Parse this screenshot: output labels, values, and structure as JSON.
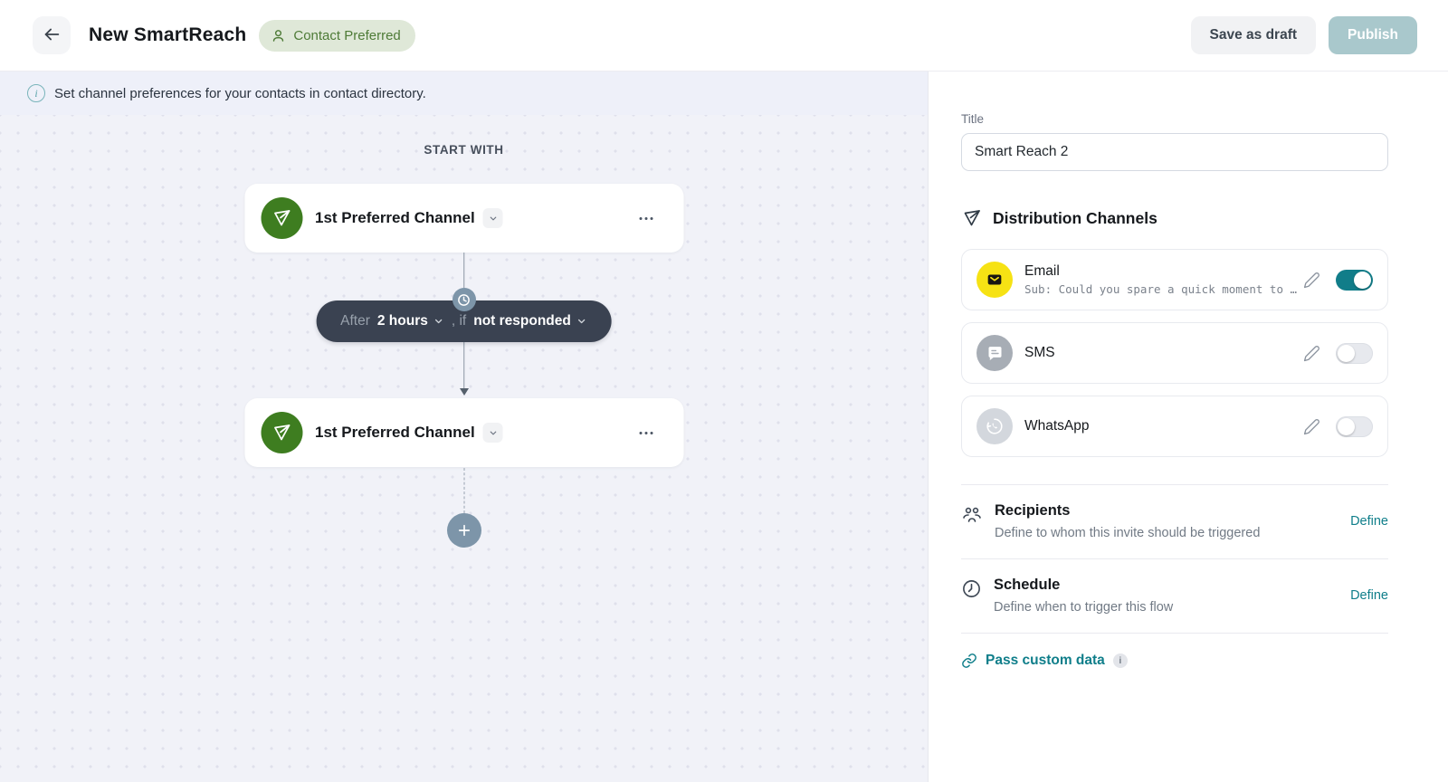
{
  "header": {
    "title": "New SmartReach",
    "badge_label": "Contact Preferred",
    "save_draft_label": "Save as draft",
    "publish_label": "Publish"
  },
  "canvas": {
    "banner_text": "Set channel preferences for your contacts in contact directory.",
    "start_with_label": "START WITH",
    "nodes": [
      {
        "label": "1st Preferred Channel"
      },
      {
        "label": "1st Preferred Channel"
      }
    ],
    "condition": {
      "after_label": "After",
      "delay_value": "2 hours",
      "if_label": ", if",
      "state_value": "not responded"
    }
  },
  "panel": {
    "title_label": "Title",
    "title_value": "Smart Reach 2",
    "channels_heading": "Distribution Channels",
    "channels": [
      {
        "name": "Email",
        "subtitle": "Sub: Could you spare a quick moment to …",
        "enabled": true
      },
      {
        "name": "SMS",
        "subtitle": "",
        "enabled": false
      },
      {
        "name": "WhatsApp",
        "subtitle": "",
        "enabled": false
      }
    ],
    "recipients": {
      "title": "Recipients",
      "description": "Define to whom this invite should be triggered",
      "action_label": "Define"
    },
    "schedule": {
      "title": "Schedule",
      "description": "Define when to trigger this flow",
      "action_label": "Define"
    },
    "custom_data_label": "Pass custom data"
  },
  "colors": {
    "accent_teal": "#0f7e8a",
    "toggle_on": "#117d89",
    "node_green": "#3e7d20",
    "badge_green": "#4e7b37",
    "email_yellow": "#f6e214",
    "condition_pill": "#3a4251",
    "publish_disabled": "#a9c8cc",
    "canvas_bg": "#f1f2f8"
  }
}
